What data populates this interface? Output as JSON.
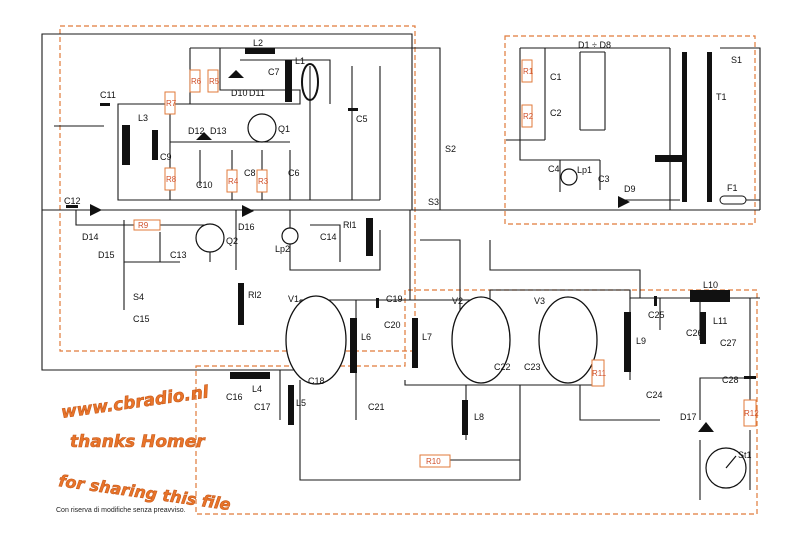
{
  "watermark": {
    "url": "www.cbradio.nl",
    "thanks": "thanks Homer",
    "sharing": "for sharing this file"
  },
  "footer": {
    "note": "Con riserva di modifiche senza preavviso."
  },
  "labels": {
    "L2": "L2",
    "L1": "L1",
    "L3": "L3",
    "L4": "L4",
    "L5": "L5",
    "L6": "L6",
    "L7": "L7",
    "L8": "L8",
    "L9": "L9",
    "L10": "L10",
    "L11": "L11",
    "R6": "R6",
    "R5": "R5",
    "R7": "R7",
    "R8": "R8",
    "R4": "R4",
    "R3": "R3",
    "R9": "R9",
    "R10": "R10",
    "R11": "R11",
    "R12": "R12",
    "R1": "R1",
    "R2": "R2",
    "C11": "C11",
    "C7": "C7",
    "C9": "C9",
    "C10": "C10",
    "C8": "C8",
    "C6": "C6",
    "C5": "C5",
    "C12": "C12",
    "C13": "C13",
    "C14": "C14",
    "C15": "C15",
    "C16": "C16",
    "C17": "C17",
    "C18": "C18",
    "C19": "C19",
    "C20": "C20",
    "C21": "C21",
    "C22": "C22",
    "C23": "C23",
    "C24": "C24",
    "C25": "C25",
    "C26": "C26",
    "C27": "C27",
    "C28": "C28",
    "C1": "C1",
    "C2": "C2",
    "C3": "C3",
    "C4": "C4",
    "D10": "D10",
    "D11": "D11",
    "D12": "D12",
    "D13": "D13",
    "D14": "D14",
    "D15": "D15",
    "D16": "D16",
    "D17": "D17",
    "D9": "D9",
    "D1D8": "D1 ÷ D8",
    "Q1": "Q1",
    "Q2": "Q2",
    "V1": "V1",
    "V2": "V2",
    "V3": "V3",
    "S1": "S1",
    "S2": "S2",
    "S3": "S3",
    "S4": "S4",
    "RL1": "Rl1",
    "RL2": "Rl2",
    "LP1": "Lp1",
    "LP2": "Lp2",
    "T1": "T1",
    "F1": "F1",
    "ST1": "St1"
  }
}
